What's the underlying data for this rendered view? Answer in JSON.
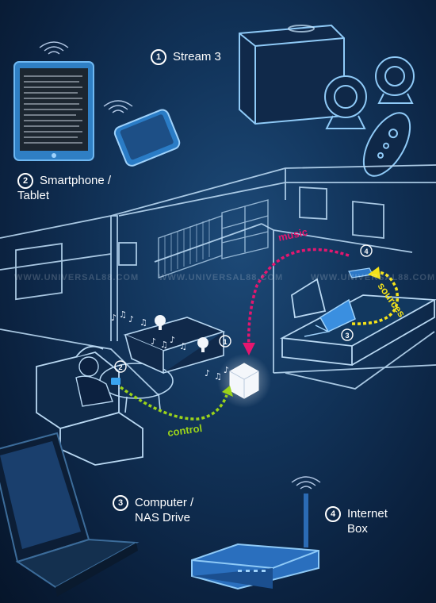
{
  "labels": {
    "stream": {
      "number": "1",
      "text": "Stream 3"
    },
    "phone": {
      "number": "2",
      "line1": "Smartphone /",
      "line2": "Tablet"
    },
    "computer": {
      "number": "3",
      "line1": "Computer /",
      "line2": "NAS Drive"
    },
    "internet": {
      "number": "4",
      "line1": "Internet",
      "line2": "Box"
    }
  },
  "flows": {
    "music": {
      "text": "music",
      "color": "#e5166f"
    },
    "sources": {
      "text": "sources",
      "color": "#f4e21a"
    },
    "control": {
      "text": "control",
      "color": "#9bd31a"
    }
  },
  "room_markers": [
    "1",
    "2",
    "3",
    "4"
  ],
  "watermark": "WWW.UNIVERSAL88.COM",
  "icons": [
    "tablet-icon",
    "smartphone-icon",
    "subwoofer-icon",
    "speaker-icon",
    "remote-icon",
    "laptop-icon",
    "router-icon",
    "stream-hub-icon"
  ]
}
